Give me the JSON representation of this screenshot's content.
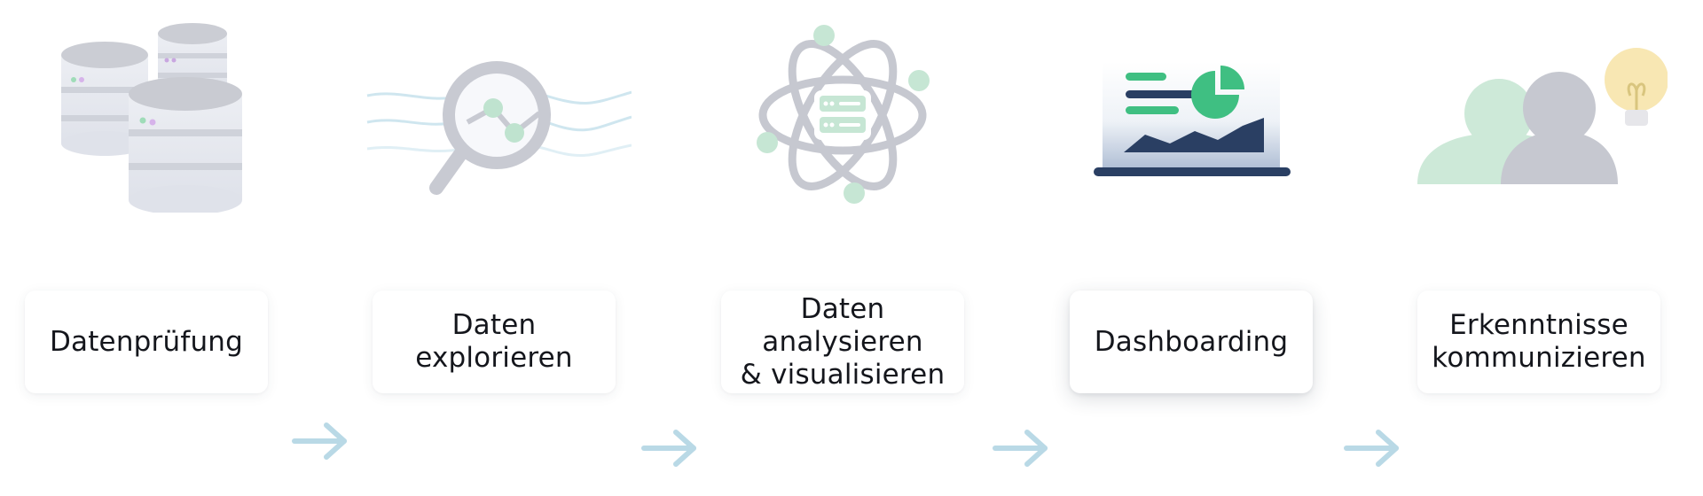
{
  "steps": [
    {
      "label": "Datenprüfung",
      "icon": "database-icon"
    },
    {
      "label": "Daten\nexplorieren",
      "icon": "magnifier-trend-icon"
    },
    {
      "label": "Daten analysieren\n& visualisieren",
      "icon": "atom-server-icon"
    },
    {
      "label": "Dashboarding",
      "icon": "dashboard-monitor-icon",
      "active": true
    },
    {
      "label": "Erkenntnisse\nkommunizieren",
      "icon": "people-lightbulb-icon"
    }
  ],
  "colors": {
    "mint": "#bfe3cf",
    "green": "#3fbf82",
    "grey": "#c6c8d0",
    "navy": "#2a3f63",
    "arrow": "#b9d9e6",
    "bulb": "#f6df9a"
  }
}
